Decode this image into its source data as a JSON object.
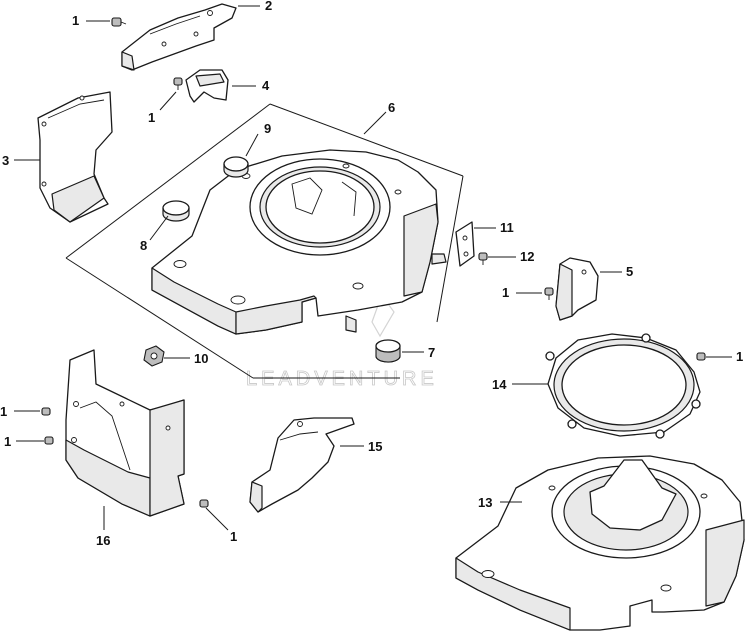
{
  "watermark": "LEADVENTURE",
  "callouts": {
    "c1a": "1",
    "c2": "2",
    "c1b": "1",
    "c4": "4",
    "c3": "3",
    "c6": "6",
    "c9": "9",
    "c8": "8",
    "c11": "11",
    "c12": "12",
    "c5": "5",
    "c1c": "1",
    "c1d": "1",
    "c14": "14",
    "c7": "7",
    "c10": "10",
    "c1e": "1",
    "c1f": "1",
    "c15": "15",
    "c13": "13",
    "c16": "16",
    "c1g": "1"
  }
}
